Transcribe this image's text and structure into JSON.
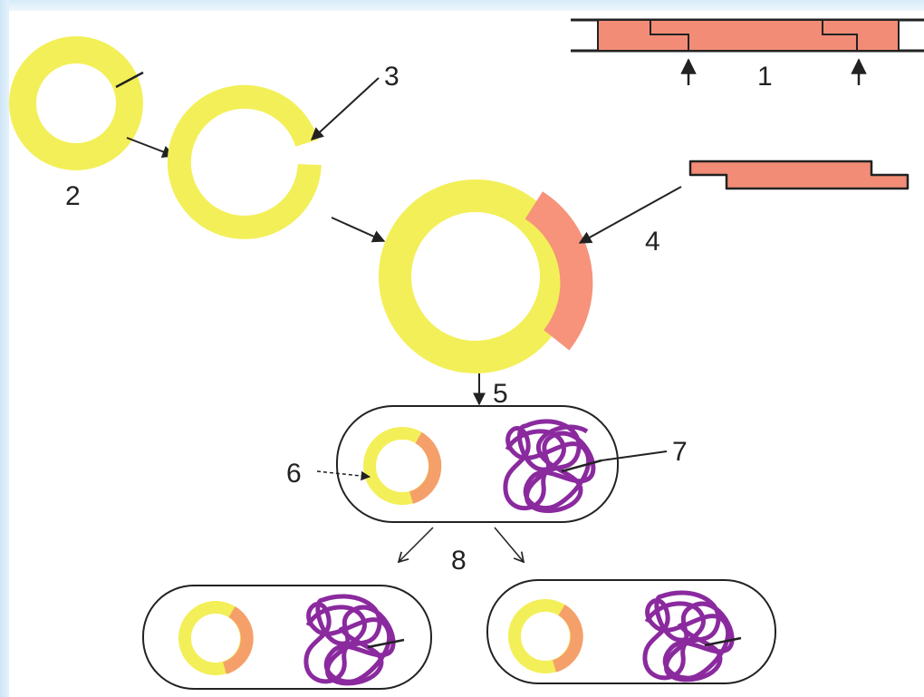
{
  "colors": {
    "plasmid": "#f3ef58",
    "insert": "#f6937a",
    "insert_small": "#f5a06a",
    "dna_fill": "#f28c76",
    "chromosome": "#8a2a9e",
    "outline": "#222222",
    "frame": "#d6ebf9"
  },
  "labels": {
    "l1": "1",
    "l2": "2",
    "l3": "3",
    "l4": "4",
    "l5": "5",
    "l6": "6",
    "l7": "7",
    "l8": "8"
  }
}
